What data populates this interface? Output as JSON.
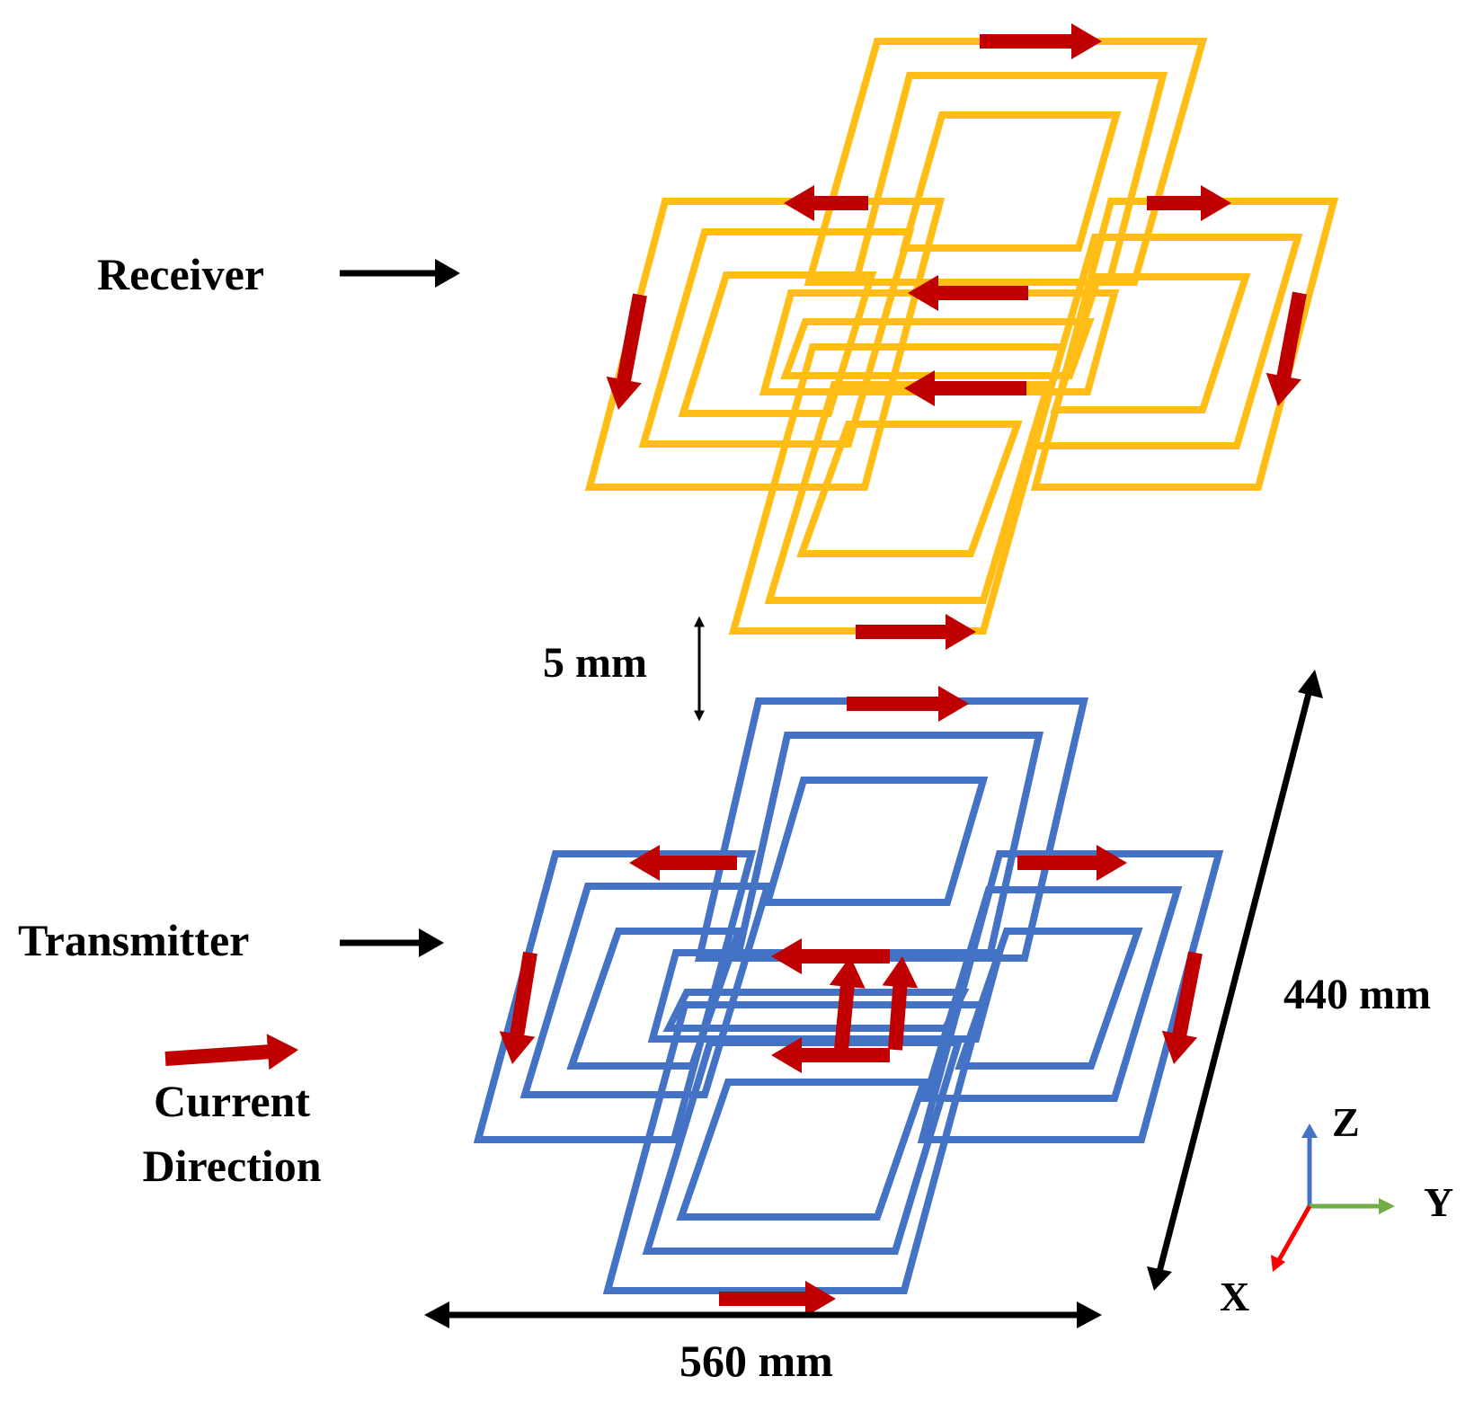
{
  "labels": {
    "receiver": "Receiver",
    "transmitter": "Transmitter",
    "legend_line1": "Current",
    "legend_line2": "Direction",
    "gap": "5 mm",
    "length": "440 mm",
    "width": "560 mm",
    "axis_z": "Z",
    "axis_y": "Y",
    "axis_x": "X"
  },
  "colors": {
    "receiver_coil": "#ffbd16",
    "transmitter_coil": "#4472c4",
    "current_arrow": "#c00000",
    "dimension": "#000000",
    "axis_z": "#4472c4",
    "axis_y": "#70ad47",
    "axis_x": "#ff0000"
  }
}
